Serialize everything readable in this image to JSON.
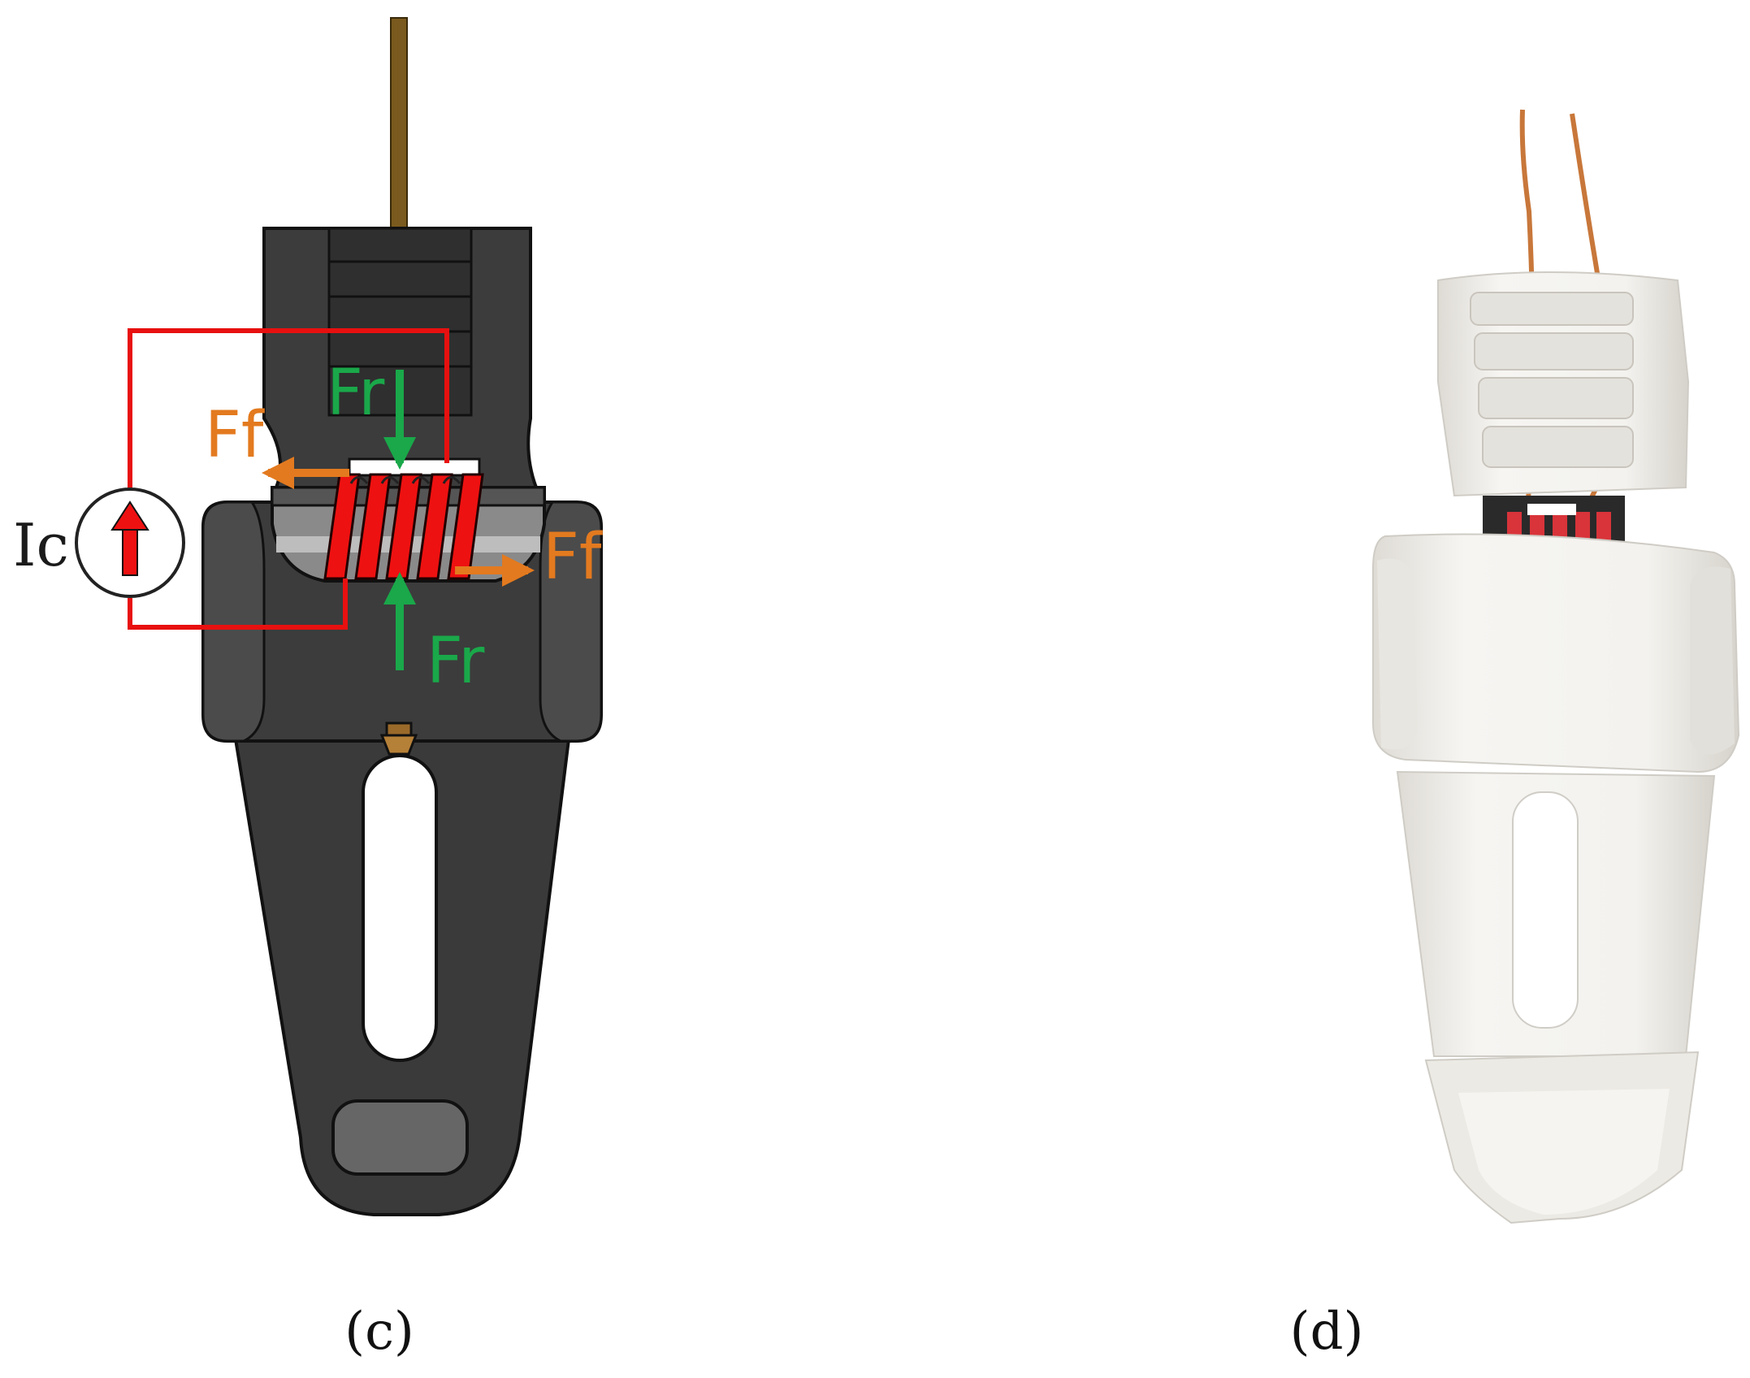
{
  "panel_c": {
    "caption": "(c)",
    "labels": {
      "current": "Ic",
      "friction_force_left": "Ff",
      "friction_force_right": "Ff",
      "radial_force_top": "Fr",
      "radial_force_bottom": "Fr"
    }
  },
  "panel_d": {
    "caption": "(d)"
  },
  "colors": {
    "body": "#3a3a3a",
    "body_light": "#4a4a4a",
    "coil": "#ee1111",
    "circuit_wire": "#e81010",
    "friction_arrow": "#e37a1f",
    "radial_arrow": "#1aa84a",
    "copper_wire": "#c8773a",
    "white_part": "#f2f0ec"
  }
}
